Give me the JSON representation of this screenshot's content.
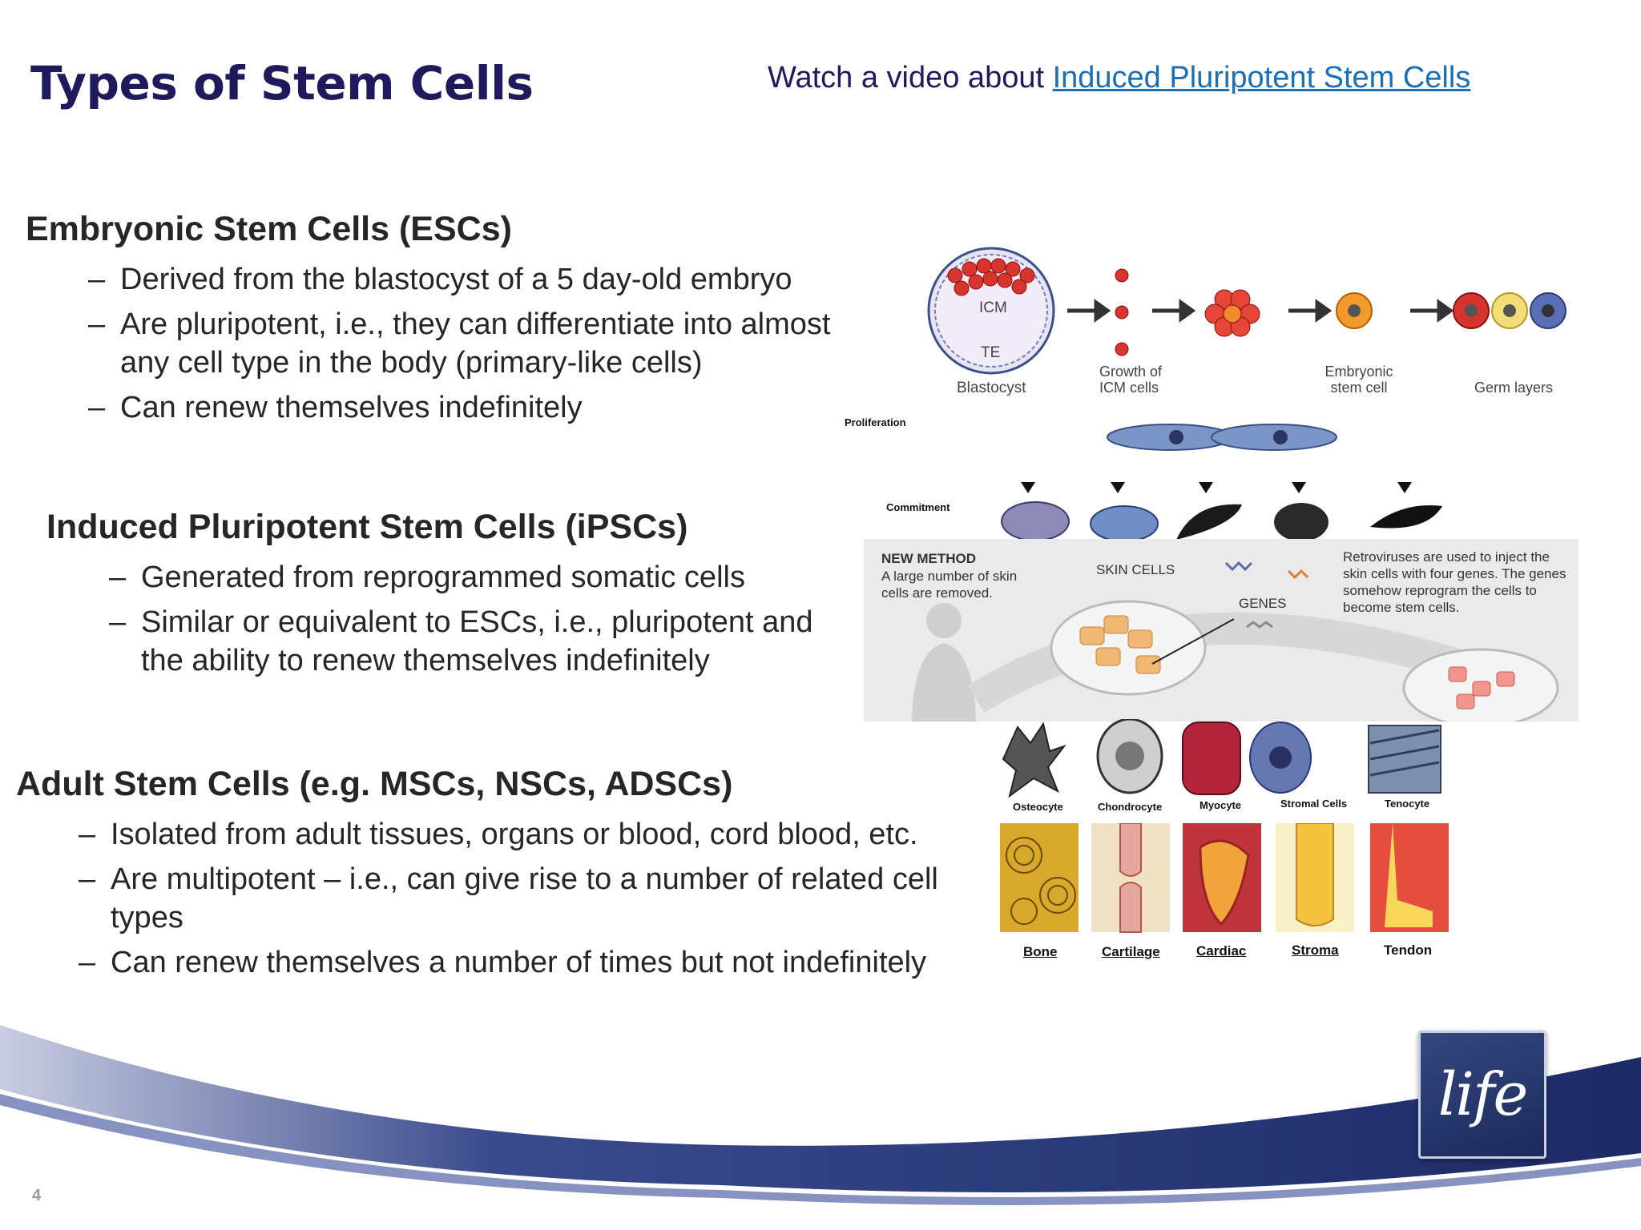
{
  "title": "Types of Stem Cells",
  "video": {
    "prefix": "Watch a video about ",
    "link_text": "Induced Pluripotent Stem Cells"
  },
  "sections": [
    {
      "heading": "Embryonic Stem Cells (ESCs)",
      "bullets": [
        "Derived from the blastocyst of a 5 day-old embryo",
        "Are pluripotent, i.e., they can differentiate into almost any cell type in the body (primary-like cells)",
        "Can renew themselves indefinitely"
      ]
    },
    {
      "heading": "Induced Pluripotent Stem Cells (iPSCs)",
      "bullets": [
        "Generated from reprogrammed somatic cells",
        "Similar or equivalent to ESCs, i.e., pluripotent and the ability to renew themselves indefinitely"
      ]
    },
    {
      "heading": "Adult Stem Cells (e.g. MSCs, NSCs, ADSCs)",
      "bullets": [
        "Isolated from adult tissues, organs or blood, cord blood, etc.",
        "Are multipotent – i.e., can give rise to a number of related cell types",
        "Can renew themselves a number of times but not indefinitely"
      ]
    }
  ],
  "figure": {
    "blastocyst": {
      "icm": "ICM",
      "te": "TE",
      "label": "Blastocyst"
    },
    "growth_label": "Growth of ICM cells",
    "embryonic_label": "Embryonic stem cell",
    "germ_label": "Germ layers",
    "proliferation": "Proliferation",
    "commitment": "Commitment",
    "method_panel": {
      "heading": "NEW METHOD",
      "left_text": "A large number of skin cells are removed.",
      "skin_cells": "SKIN CELLS",
      "genes": "GENES",
      "right_text": "Retroviruses are used to inject the skin cells with four genes. The genes somehow reprogram the cells to become stem cells."
    },
    "cells": [
      "Osteocyte",
      "Chondrocyte",
      "Myocyte",
      "Stromal Cells",
      "Tenocyte"
    ],
    "tissues": [
      "Bone",
      "Cartilage",
      "Cardiac",
      "Stroma",
      "Tendon"
    ]
  },
  "logo": "life",
  "page_number": "4",
  "colors": {
    "title": "#1f1a5c",
    "link": "#1a6fb5",
    "footer_wave": "#2c3a7a"
  }
}
